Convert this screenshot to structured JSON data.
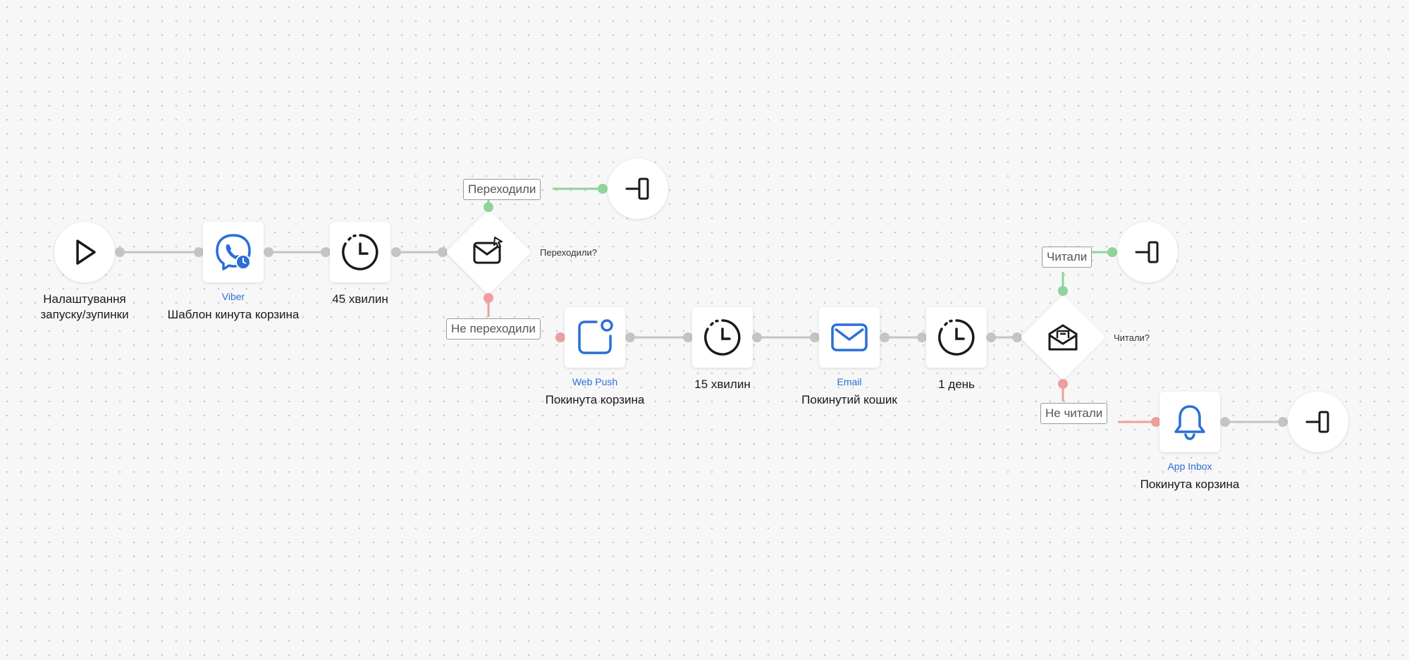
{
  "start": {
    "label_line1": "Налаштування",
    "label_line2": "запуску/зупинки",
    "icon": "play-icon"
  },
  "viber_step": {
    "channel": "Viber",
    "title": "Шаблон кинута корзина",
    "icon": "viber-icon",
    "color": "#2b6fd6"
  },
  "delay_1": {
    "label": "45 хвилин",
    "icon": "clock-icon"
  },
  "condition_1": {
    "question": "Переходили?",
    "icon": "envelope-click-icon",
    "yes_label": "Переходили",
    "no_label": "Не переходили"
  },
  "webpush_step": {
    "channel": "Web Push",
    "title": "Покинута корзина",
    "icon": "web-push-icon"
  },
  "delay_2": {
    "label": "15 хвилин",
    "icon": "clock-icon"
  },
  "email_step": {
    "channel": "Email",
    "title": "Покинутий кошик",
    "icon": "email-icon"
  },
  "delay_3": {
    "label": "1 день",
    "icon": "clock-icon"
  },
  "condition_2": {
    "question": "Читали?",
    "icon": "envelope-open-icon",
    "yes_label": "Читали",
    "no_label": "Не читали"
  },
  "app_inbox_step": {
    "channel": "App Inbox",
    "title": "Покинута корзина",
    "icon": "bell-icon"
  },
  "exit_icon": "exit-icon",
  "colors": {
    "accent": "#2b6fd6",
    "yes_branch": "#8fd49a",
    "no_branch": "#ef9e9e",
    "connector": "#c4c4c4"
  }
}
